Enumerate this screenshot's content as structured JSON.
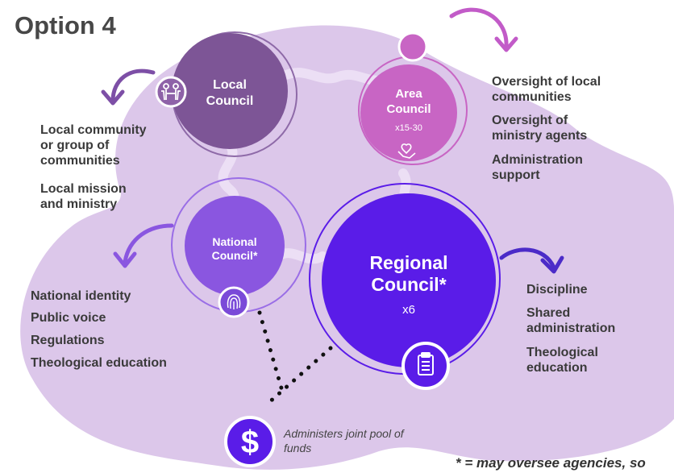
{
  "title": "Option 4",
  "colors": {
    "background_blob": "#d9c3e8",
    "local_council": "#7d5596",
    "area_council": "#c865c4",
    "national_council": "#8a56e0",
    "regional_council": "#5a1ce8",
    "arrow_purple": "#7d4fa6",
    "arrow_magenta": "#c25bc8",
    "arrow_indigo": "#4b2bc8",
    "dots": "#111111"
  },
  "councils": {
    "local": {
      "name_line1": "Local",
      "name_line2": "Council",
      "icon": "people-icon"
    },
    "area": {
      "name_line1": "Area",
      "name_line2": "Council",
      "count": "x15-30",
      "icon": "handshake-heart-icon"
    },
    "national": {
      "name_line1": "National",
      "name_line2": "Council*",
      "icon": "fingerprint-icon"
    },
    "regional": {
      "name_line1": "Regional",
      "name_line2": "Council*",
      "count": "x6",
      "icon": "clipboard-icon"
    }
  },
  "local_roles": {
    "items": [
      [
        "Local community",
        "or group of",
        "communities"
      ],
      [
        "Local mission",
        "and ministry"
      ]
    ]
  },
  "area_roles": {
    "items": [
      [
        "Oversight of local",
        "communities"
      ],
      [
        "Oversight of",
        "ministry agents"
      ],
      [
        "Administration",
        "support"
      ]
    ]
  },
  "national_roles": {
    "items": [
      "National identity",
      "Public voice",
      "Regulations",
      "Theological education"
    ]
  },
  "regional_roles": {
    "items": [
      [
        "Discipline"
      ],
      [
        "Shared",
        "administration"
      ],
      [
        "Theological",
        "education"
      ]
    ]
  },
  "funds": {
    "icon": "dollar-icon",
    "line1": "Administers joint pool of",
    "line2": "funds"
  },
  "footer_note": "* = may oversee agencies, so"
}
